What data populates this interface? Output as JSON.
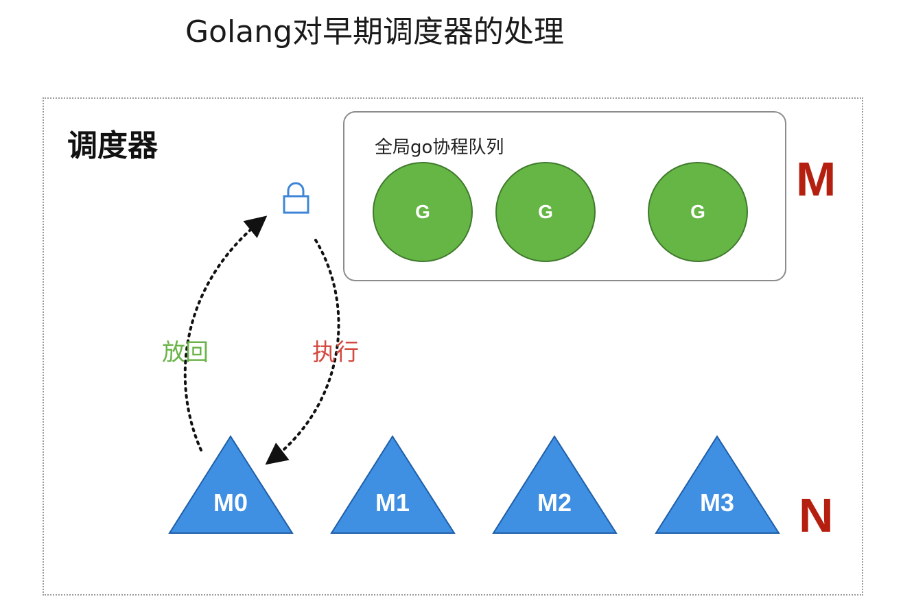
{
  "title": "Golang对早期调度器的处理",
  "scheduler": {
    "label": "调度器"
  },
  "global_queue": {
    "label": "全局go协程队列",
    "goroutines": [
      {
        "label": "G"
      },
      {
        "label": "G"
      },
      {
        "label": "G"
      }
    ]
  },
  "letters": {
    "m": "M",
    "n": "N"
  },
  "arrows": {
    "put_back": "放回",
    "execute": "执行"
  },
  "threads": [
    {
      "label": "M0"
    },
    {
      "label": "M1"
    },
    {
      "label": "M2"
    },
    {
      "label": "M3"
    }
  ],
  "colors": {
    "goroutine": "#66b646",
    "thread": "#3f8fe3",
    "letter": "#b51f10",
    "put_back": "#6ab348",
    "execute": "#d2493f",
    "lock": "#3d86d6"
  },
  "icons": {
    "lock": "lock-icon"
  }
}
